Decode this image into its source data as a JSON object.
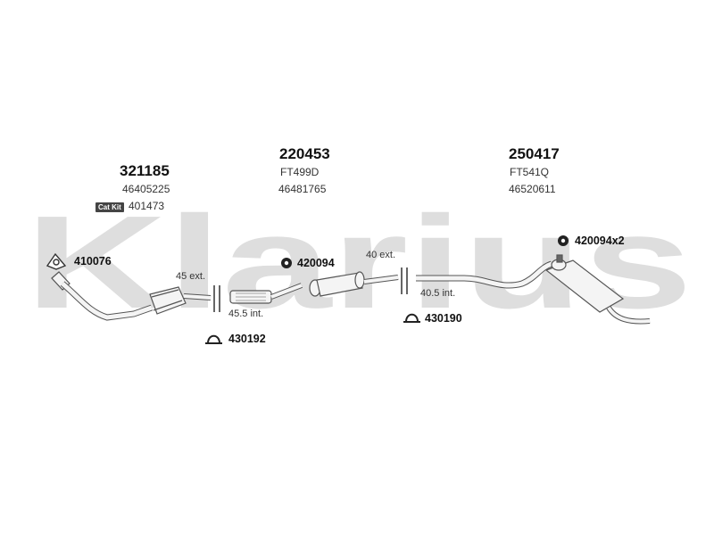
{
  "watermark": {
    "text": "Klarius"
  },
  "groups": [
    {
      "part_number": "321185",
      "oe_number": "46405225",
      "catkit_label": "Cat Kit",
      "catkit_number": "401473"
    },
    {
      "part_number": "220453",
      "code": "FT499D",
      "oe_number": "46481765"
    },
    {
      "part_number": "250417",
      "code": "FT541Q",
      "oe_number": "46520611"
    }
  ],
  "fittings": {
    "gasket_1": "410076",
    "rubber_1": "420094",
    "clamp_1": "430192",
    "clamp_2": "430190",
    "rubber_2": "420094x2"
  },
  "dimensions": {
    "ext_1": "45 ext.",
    "int_1": "45.5 int.",
    "ext_2": "40 ext.",
    "int_2": "40.5 int."
  },
  "colors": {
    "watermark": "#d9d9d9",
    "pipe_outline": "#555555",
    "pipe_fill": "#f4f4f4",
    "dark": "#222222"
  }
}
